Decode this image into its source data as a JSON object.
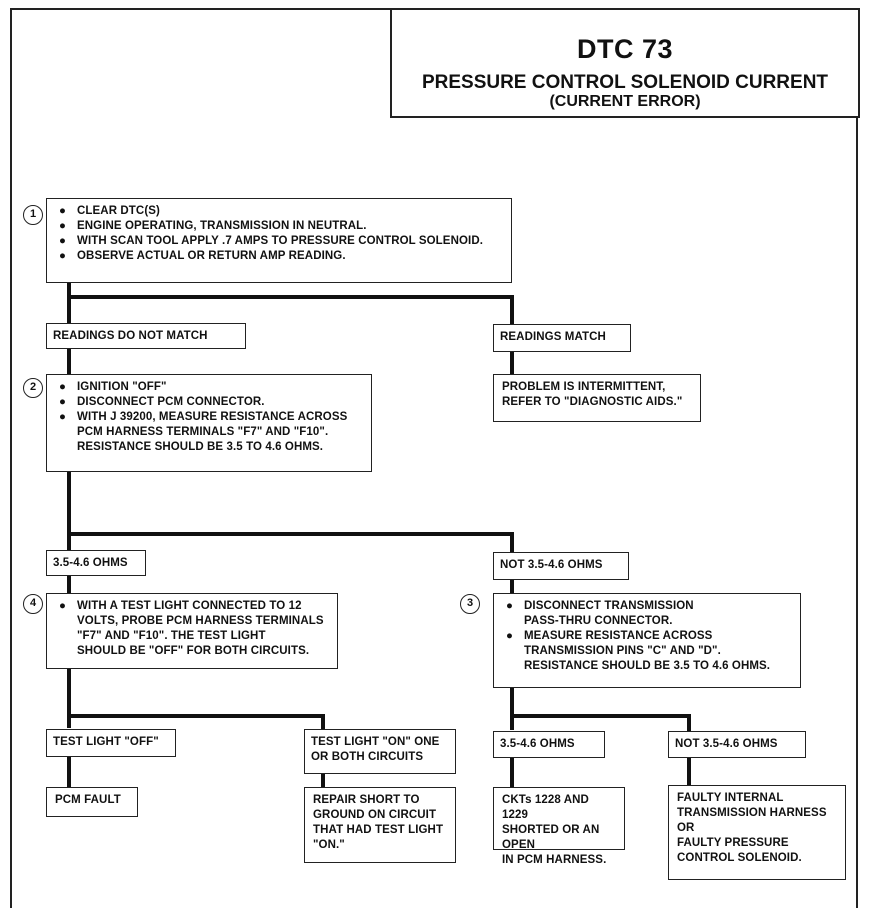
{
  "title": {
    "code": "DTC 73",
    "name": "PRESSURE CONTROL SOLENOID CURRENT",
    "subtitle": "(CURRENT ERROR)"
  },
  "bullet_glyph": "●",
  "steps": {
    "step1": {
      "number": "1",
      "bullets": [
        "CLEAR DTC(S)",
        "ENGINE OPERATING, TRANSMISSION IN NEUTRAL.",
        "WITH SCAN TOOL APPLY .7 AMPS TO PRESSURE CONTROL SOLENOID.",
        "OBSERVE ACTUAL OR RETURN AMP READING."
      ]
    },
    "step2": {
      "number": "2",
      "bullets": [
        "IGNITION \"OFF\"",
        "DISCONNECT PCM CONNECTOR.",
        "WITH J 39200, MEASURE RESISTANCE ACROSS\nPCM HARNESS TERMINALS \"F7\" AND \"F10\".\nRESISTANCE SHOULD BE 3.5 TO 4.6 OHMS."
      ]
    },
    "step3": {
      "number": "3",
      "bullets": [
        "DISCONNECT TRANSMISSION\nPASS-THRU CONNECTOR.",
        "MEASURE RESISTANCE ACROSS\nTRANSMISSION PINS \"C\" AND \"D\".\nRESISTANCE SHOULD BE 3.5 TO 4.6 OHMS."
      ]
    },
    "step4": {
      "number": "4",
      "bullets": [
        "WITH A TEST LIGHT CONNECTED TO 12\nVOLTS, PROBE PCM HARNESS TERMINALS\n\"F7\" AND \"F10\".  THE TEST LIGHT\nSHOULD BE \"OFF\" FOR BOTH CIRCUITS."
      ]
    }
  },
  "labels": {
    "readings_do_not_match": "READINGS DO NOT MATCH",
    "readings_match": "READINGS MATCH",
    "ohms_ok_1": "3.5-4.6 OHMS",
    "ohms_not_ok_1": "NOT 3.5-4.6 OHMS",
    "test_light_off": "TEST LIGHT \"OFF\"",
    "test_light_on": "TEST LIGHT \"ON\" ONE\nOR BOTH CIRCUITS",
    "ohms_ok_2": "3.5-4.6 OHMS",
    "ohms_not_ok_2": "NOT 3.5-4.6 OHMS"
  },
  "results": {
    "intermittent": "PROBLEM IS INTERMITTENT,\nREFER TO \"DIAGNOSTIC AIDS.\"",
    "pcm_fault": "PCM FAULT",
    "repair_short": "REPAIR SHORT TO\nGROUND ON CIRCUIT\nTHAT HAD TEST LIGHT\n\"ON.\"",
    "ckts_shorted": "CKTs 1228 AND 1229\nSHORTED OR AN OPEN\nIN PCM HARNESS.",
    "faulty_internal": "FAULTY INTERNAL\nTRANSMISSION HARNESS\nOR\nFAULTY PRESSURE\nCONTROL SOLENOID."
  }
}
